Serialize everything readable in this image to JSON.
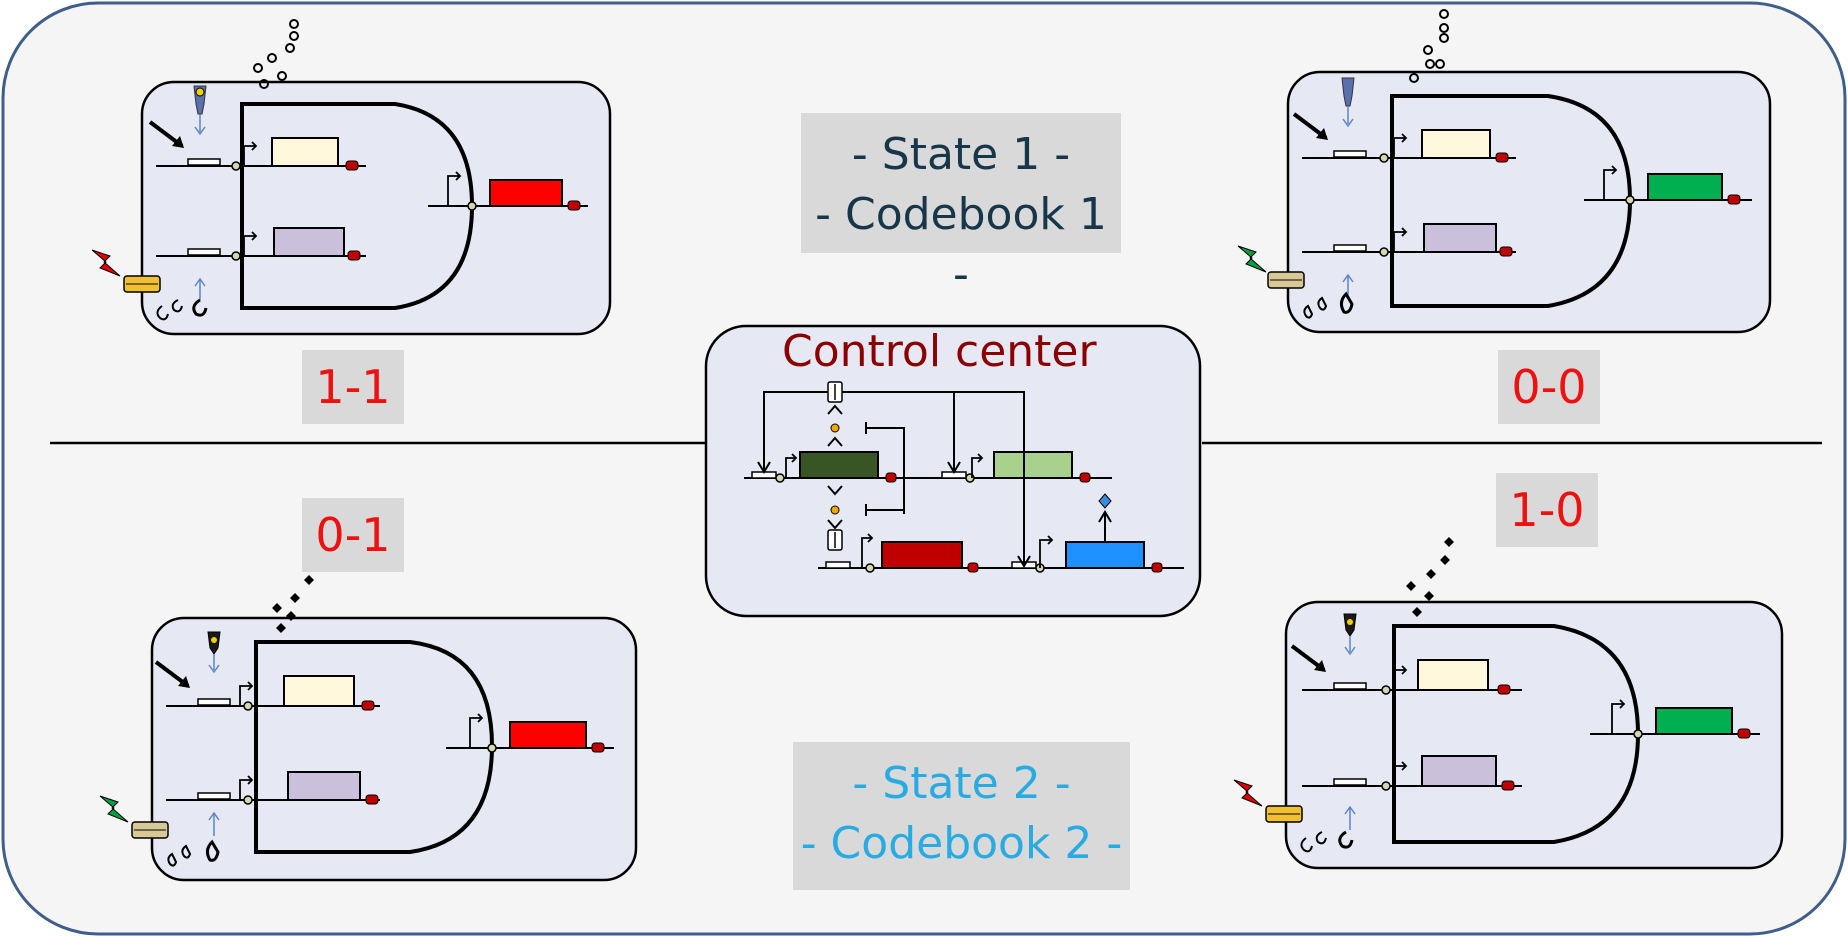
{
  "state1": {
    "line1": "- State 1 -",
    "line2": "- Codebook 1 -",
    "color": "#17364a"
  },
  "state2": {
    "line1": "- State 2 -",
    "line2": "- Codebook 2 -",
    "color": "#29abe2"
  },
  "codes": {
    "top_left": "1-1",
    "top_right": "0-0",
    "bottom_left": "0-1",
    "bottom_right": "1-0",
    "color": "#ee1111"
  },
  "control_center": {
    "title": "Control center",
    "color": "#8b0000"
  },
  "colors": {
    "background": "#f5f5f5",
    "border": "#3f5f8a",
    "cell_fill": "#e6e8f3",
    "red_output": "#ff0000",
    "green_output": "#00b050",
    "dark_green_gene": "#375623",
    "light_green_gene": "#a9d18e",
    "dark_red_gene": "#c00000",
    "blue_gene": "#1e90ff",
    "cream_gene": "#fff8dc",
    "lavender_gene": "#cbc0dc"
  }
}
